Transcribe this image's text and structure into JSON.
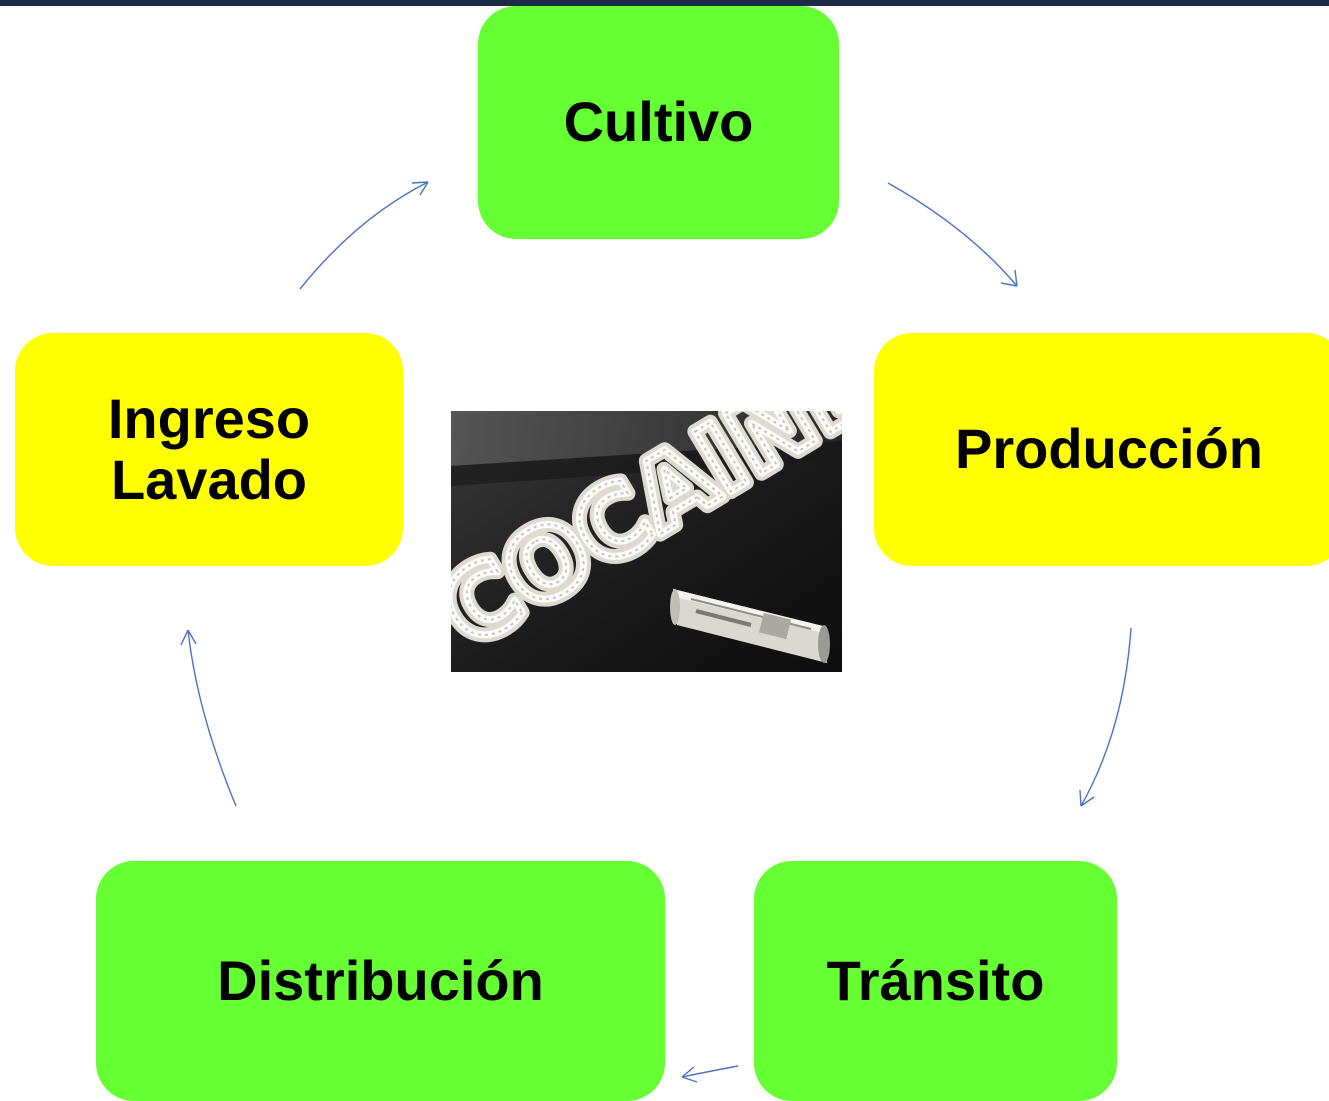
{
  "colors": {
    "green": "#66ff33",
    "yellow": "#ffff00",
    "arrow": "#4a72c4",
    "top_bar": "#1c2c47"
  },
  "nodes": {
    "cultivo": {
      "lines": [
        "Cultivo"
      ],
      "color": "green"
    },
    "produccion": {
      "lines": [
        "Producción"
      ],
      "color": "yellow"
    },
    "transito": {
      "lines": [
        "Tránsito"
      ],
      "color": "green"
    },
    "distribucion": {
      "lines": [
        "Distribución"
      ],
      "color": "green"
    },
    "ingreso": {
      "lines": [
        "Ingreso",
        "Lavado"
      ],
      "color": "yellow"
    }
  },
  "image": {
    "text": "COCAINE"
  }
}
